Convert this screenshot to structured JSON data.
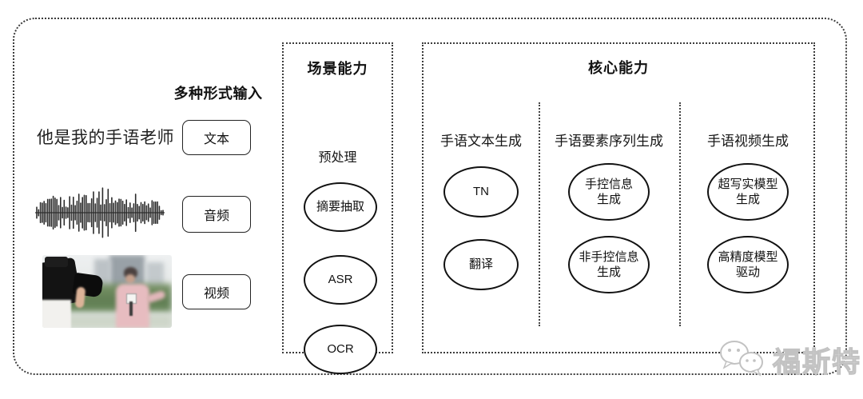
{
  "colors": {
    "line": "#1c1c1c",
    "watermark_gray": "#c2c2c2",
    "background": "#ffffff"
  },
  "input": {
    "header": "多种形式输入",
    "sample_text": "他是我的手语老师",
    "types": [
      {
        "label": "文本"
      },
      {
        "label": "音频"
      },
      {
        "label": "视频"
      }
    ],
    "icons": [
      "audio-waveform-icon",
      "reporter-video-thumbnail"
    ]
  },
  "scene": {
    "title": "场景能力",
    "subtitle": "预处理",
    "nodes": [
      {
        "line1": "摘要抽取"
      },
      {
        "line1": "ASR"
      },
      {
        "line1": "OCR"
      }
    ]
  },
  "core": {
    "title": "核心能力",
    "columns": [
      {
        "header": "手语文本生成",
        "nodes": [
          {
            "line1": "TN"
          },
          {
            "line1": "翻译"
          }
        ]
      },
      {
        "header": "手语要素序列生成",
        "nodes": [
          {
            "line1": "手控信息",
            "line2": "生成"
          },
          {
            "line1": "非手控信息",
            "line2": "生成"
          }
        ]
      },
      {
        "header": "手语视频生成",
        "nodes": [
          {
            "line1": "超写实模型",
            "line2": "生成"
          },
          {
            "line1": "高精度模型",
            "line2": "驱动"
          }
        ]
      }
    ]
  },
  "watermark": {
    "text": "福斯特",
    "icon": "chat-bubbles-icon"
  }
}
